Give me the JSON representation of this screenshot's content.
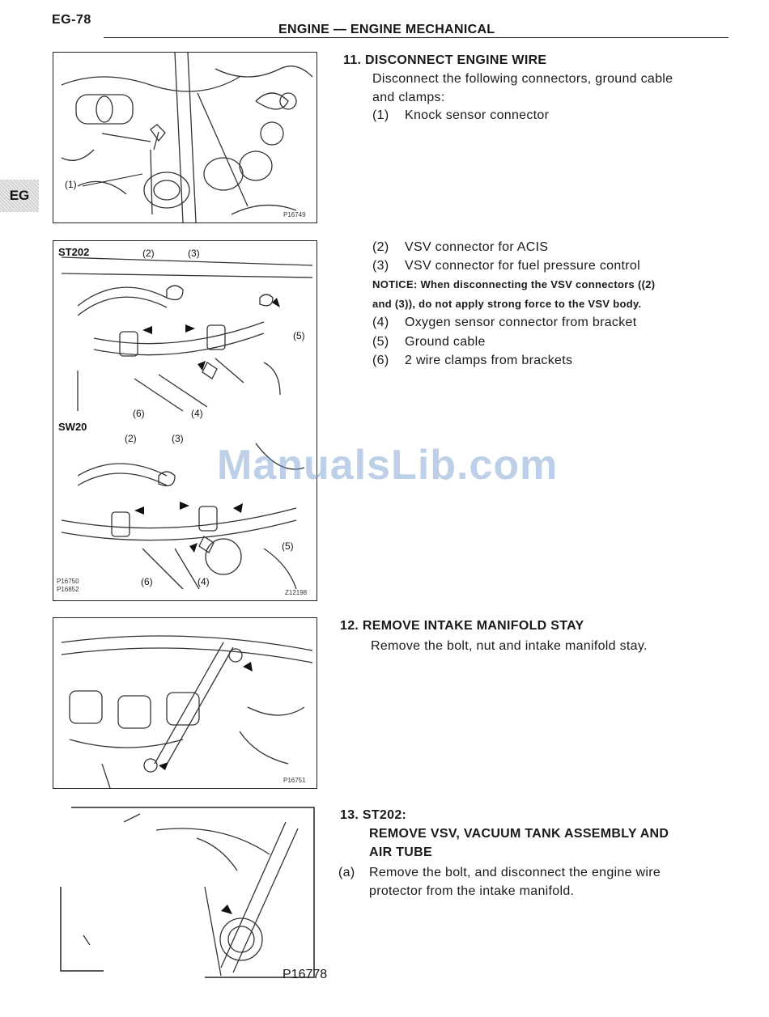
{
  "header": {
    "page_number": "EG-78",
    "section_title": "ENGINE — ENGINE MECHANICAL",
    "side_tab": "EG"
  },
  "watermark": "ManualsLib.com",
  "figures": {
    "fig1": {
      "code": "P16749",
      "callouts": [
        "(1)"
      ]
    },
    "fig2": {
      "top_model": "ST202",
      "bottom_model": "SW20",
      "top_callouts": [
        "(2)",
        "(3)",
        "(5)",
        "(6)",
        "(4)"
      ],
      "bottom_callouts": [
        "(2)",
        "(3)",
        "(5)",
        "(6)",
        "(4)"
      ],
      "codes": [
        "P16750",
        "P16852",
        "Z12198"
      ]
    },
    "fig3": {
      "code": "P16751"
    },
    "fig4": {
      "code": "P16778"
    }
  },
  "step11": {
    "title": "11.  DISCONNECT ENGINE WIRE",
    "intro_line1": "Disconnect  the  following  connectors,  ground  cable",
    "intro_line2": "and clamps:",
    "item1_num": "(1)",
    "item1_text": "Knock sensor connector",
    "items": [
      {
        "num": "(2)",
        "text": "VSV connector for ACIS"
      },
      {
        "num": "(3)",
        "text": "VSV connector for fuel pressure control"
      }
    ],
    "notice_line1": "NOTICE:  When  disconnecting  the  VSV  connectors  ((2)",
    "notice_line2": "and (3)), do not apply strong force to the VSV body.",
    "items_after": [
      {
        "num": "(4)",
        "text": "Oxygen sensor connector from bracket"
      },
      {
        "num": "(5)",
        "text": "Ground cable"
      },
      {
        "num": "(6)",
        "text": "2 wire clamps from brackets"
      }
    ]
  },
  "step12": {
    "title": "12.  REMOVE INTAKE MANIFOLD STAY",
    "body": "Remove the bolt, nut and intake manifold stay."
  },
  "step13": {
    "title_line1": "13.  ST202:",
    "title_line2": "REMOVE VSV, VACUUM TANK ASSEMBLY AND",
    "title_line3": "AIR TUBE",
    "sub_a_label": "(a)",
    "sub_a_line1": "Remove  the  bolt,  and  disconnect  the  engine  wire",
    "sub_a_line2": "protector from the intake manifold."
  }
}
